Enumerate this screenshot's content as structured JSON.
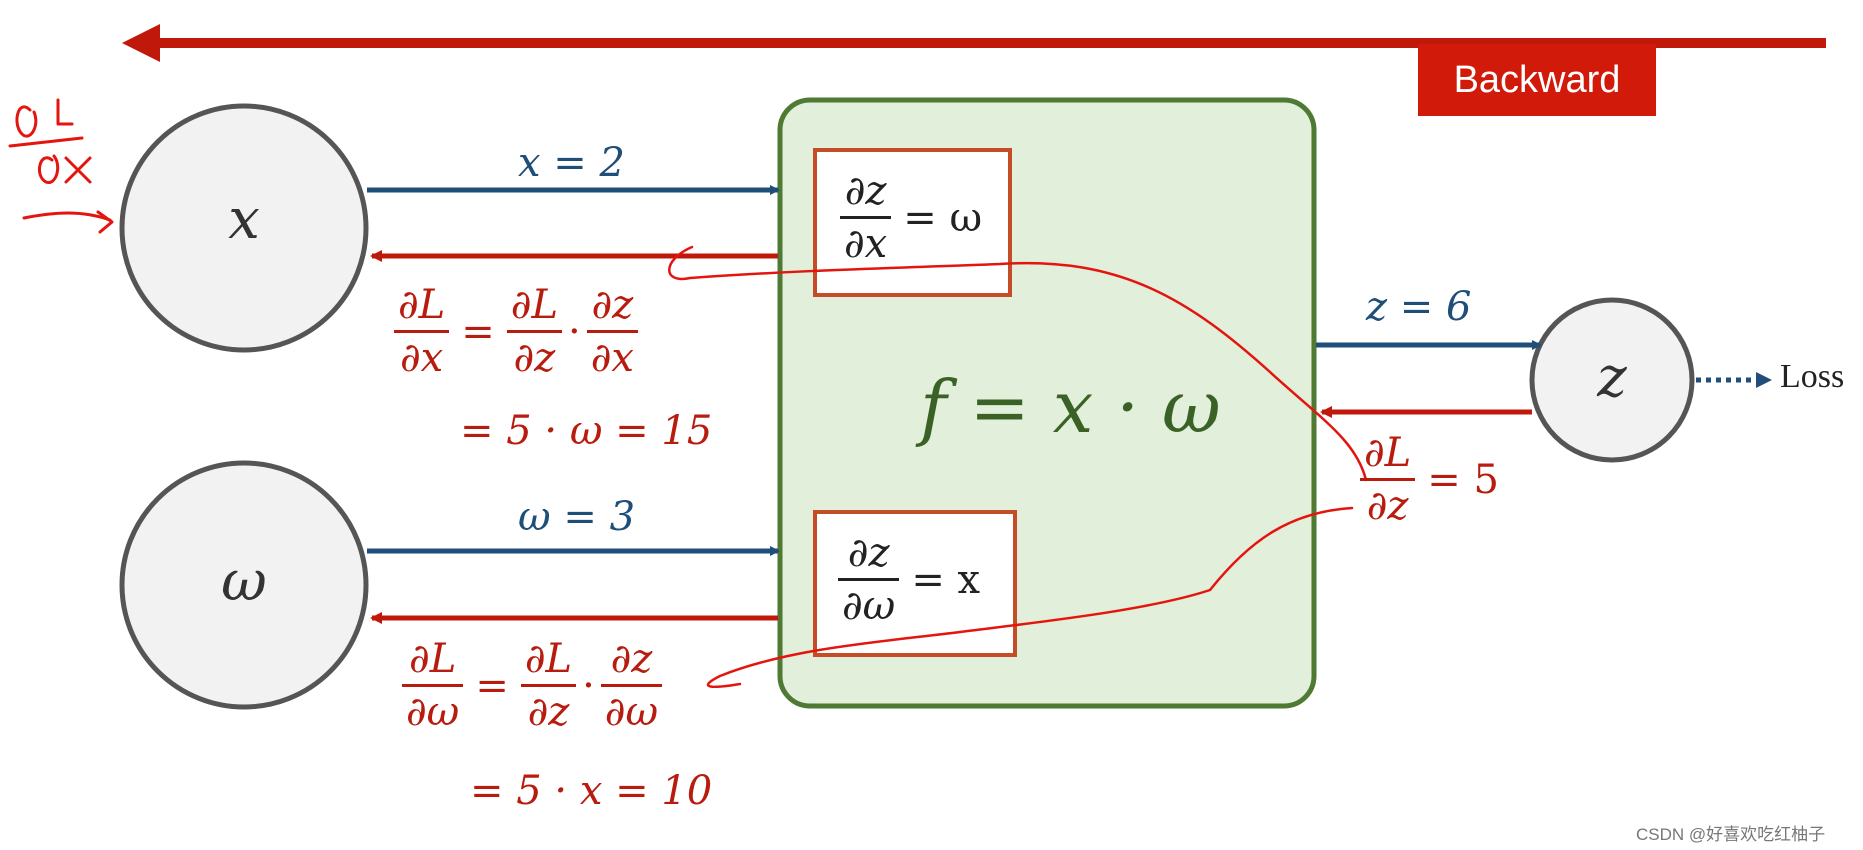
{
  "banner": {
    "label": "Backward"
  },
  "nodes": {
    "x": "x",
    "omega": "ω",
    "z": "z"
  },
  "forward_labels": {
    "x": "x = 2",
    "omega": "ω = 3",
    "z": "z = 6"
  },
  "function_label": "f = x · ω",
  "output_label": "Loss",
  "local_grad_x": {
    "num": "∂z",
    "den": "∂x",
    "rhs": "= ω"
  },
  "local_grad_omega": {
    "num": "∂z",
    "den": "∂ω",
    "rhs": "= x"
  },
  "upstream_grad": {
    "num": "∂L",
    "den": "∂z",
    "rhs": "= 5"
  },
  "grad_x": {
    "lhs_num": "∂L",
    "lhs_den": "∂x",
    "eq": "=",
    "a_num": "∂L",
    "a_den": "∂z",
    "dot": "·",
    "b_num": "∂z",
    "b_den": "∂x",
    "result": "= 5 · ω = 15"
  },
  "grad_omega": {
    "lhs_num": "∂L",
    "lhs_den": "∂ω",
    "eq": "=",
    "a_num": "∂L",
    "a_den": "∂z",
    "dot": "·",
    "b_num": "∂z",
    "b_den": "∂ω",
    "result": "= 5 · x = 10"
  },
  "watermark": "CSDN @好喜欢吃红柚子",
  "colors": {
    "forward": "#1f4e79",
    "backward": "#c0180a",
    "box_fill": "#e2efda",
    "box_border": "#4e7a33",
    "node_fill": "#f2f2f2",
    "node_border": "#555555"
  }
}
